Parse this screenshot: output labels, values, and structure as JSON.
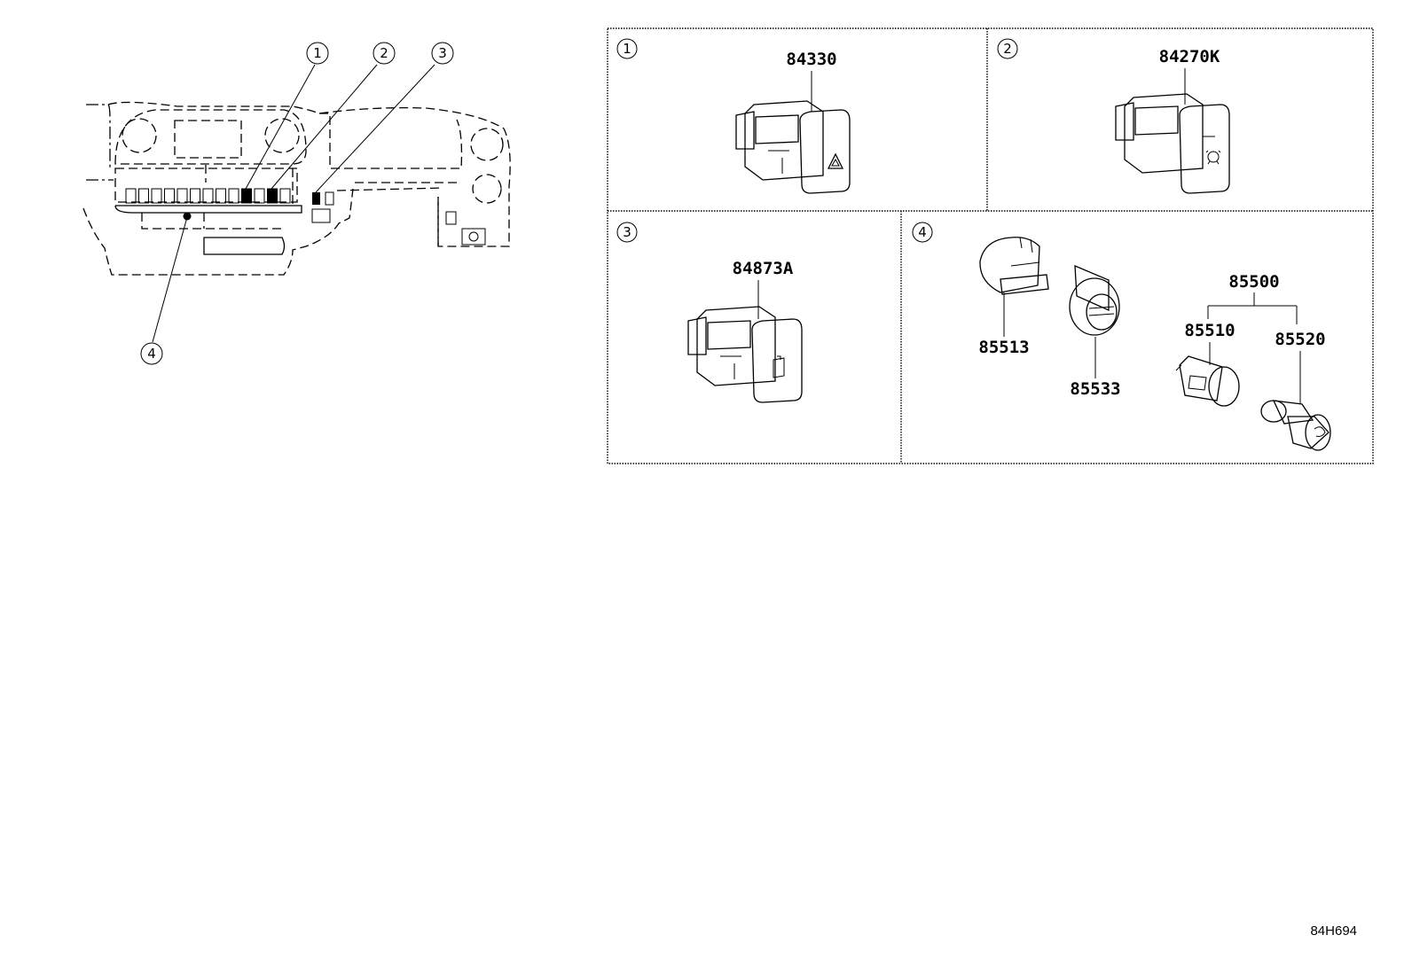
{
  "callouts": [
    "1",
    "2",
    "3",
    "4"
  ],
  "panels": [
    {
      "index": "1",
      "parts": [
        "84330"
      ]
    },
    {
      "index": "2",
      "parts": [
        "84270K"
      ]
    },
    {
      "index": "3",
      "parts": [
        "84873A"
      ]
    },
    {
      "index": "4",
      "parts": [
        "85513",
        "85533",
        "85500",
        "85510",
        "85520"
      ]
    }
  ],
  "diagram_code": "84H694"
}
